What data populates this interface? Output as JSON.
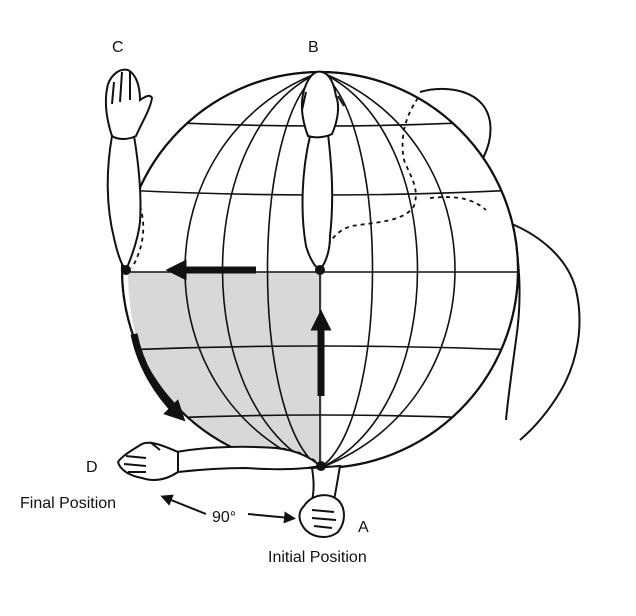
{
  "labels": {
    "point_a": "A",
    "point_b": "B",
    "point_c": "C",
    "point_d": "D",
    "final_position": "Final Position",
    "initial_position": "Initial Position",
    "angle": "90°"
  },
  "colors": {
    "ink": "#111111",
    "shaded_region": "#d8d8d8",
    "background": "#ffffff"
  },
  "icons": {
    "sphere": "globe-icon",
    "torso": "torso-outline-icon",
    "arm": "arm-outline-icon"
  }
}
